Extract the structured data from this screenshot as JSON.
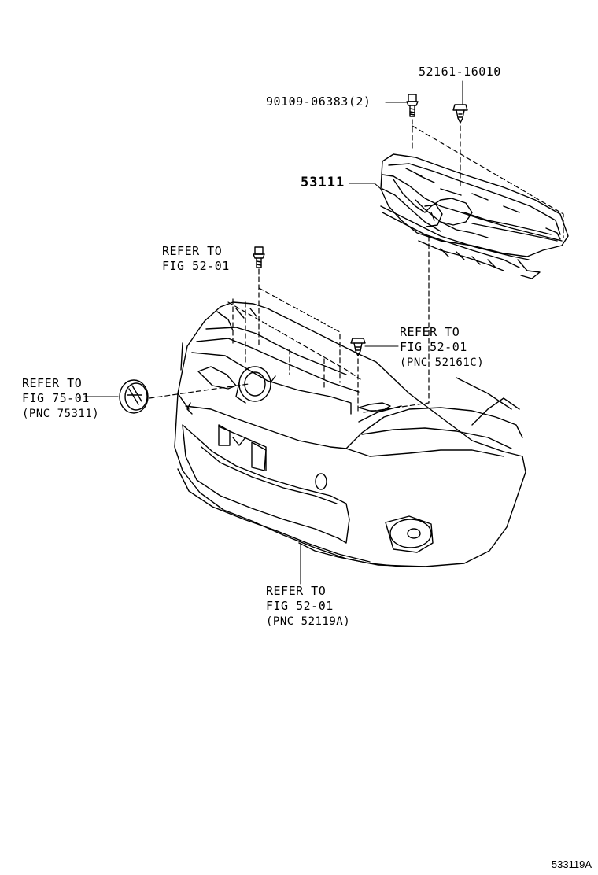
{
  "labels": {
    "part_52161": "52161-16010",
    "part_90109": "90109-06383(2)",
    "part_53111": "53111",
    "refer_top_left": {
      "line1": "REFER TO",
      "line2": "FIG 52-01"
    },
    "refer_clip_right": {
      "line1": "REFER TO",
      "line2": "FIG 52-01",
      "line3": "(PNC 52161C)"
    },
    "refer_emblem": {
      "line1": "REFER TO",
      "line2": "FIG 75-01",
      "line3": "(PNC 75311)"
    },
    "refer_bumper": {
      "line1": "REFER TO",
      "line2": "FIG 52-01",
      "line3": "(PNC 52119A)"
    }
  },
  "figure_code": "533119A"
}
